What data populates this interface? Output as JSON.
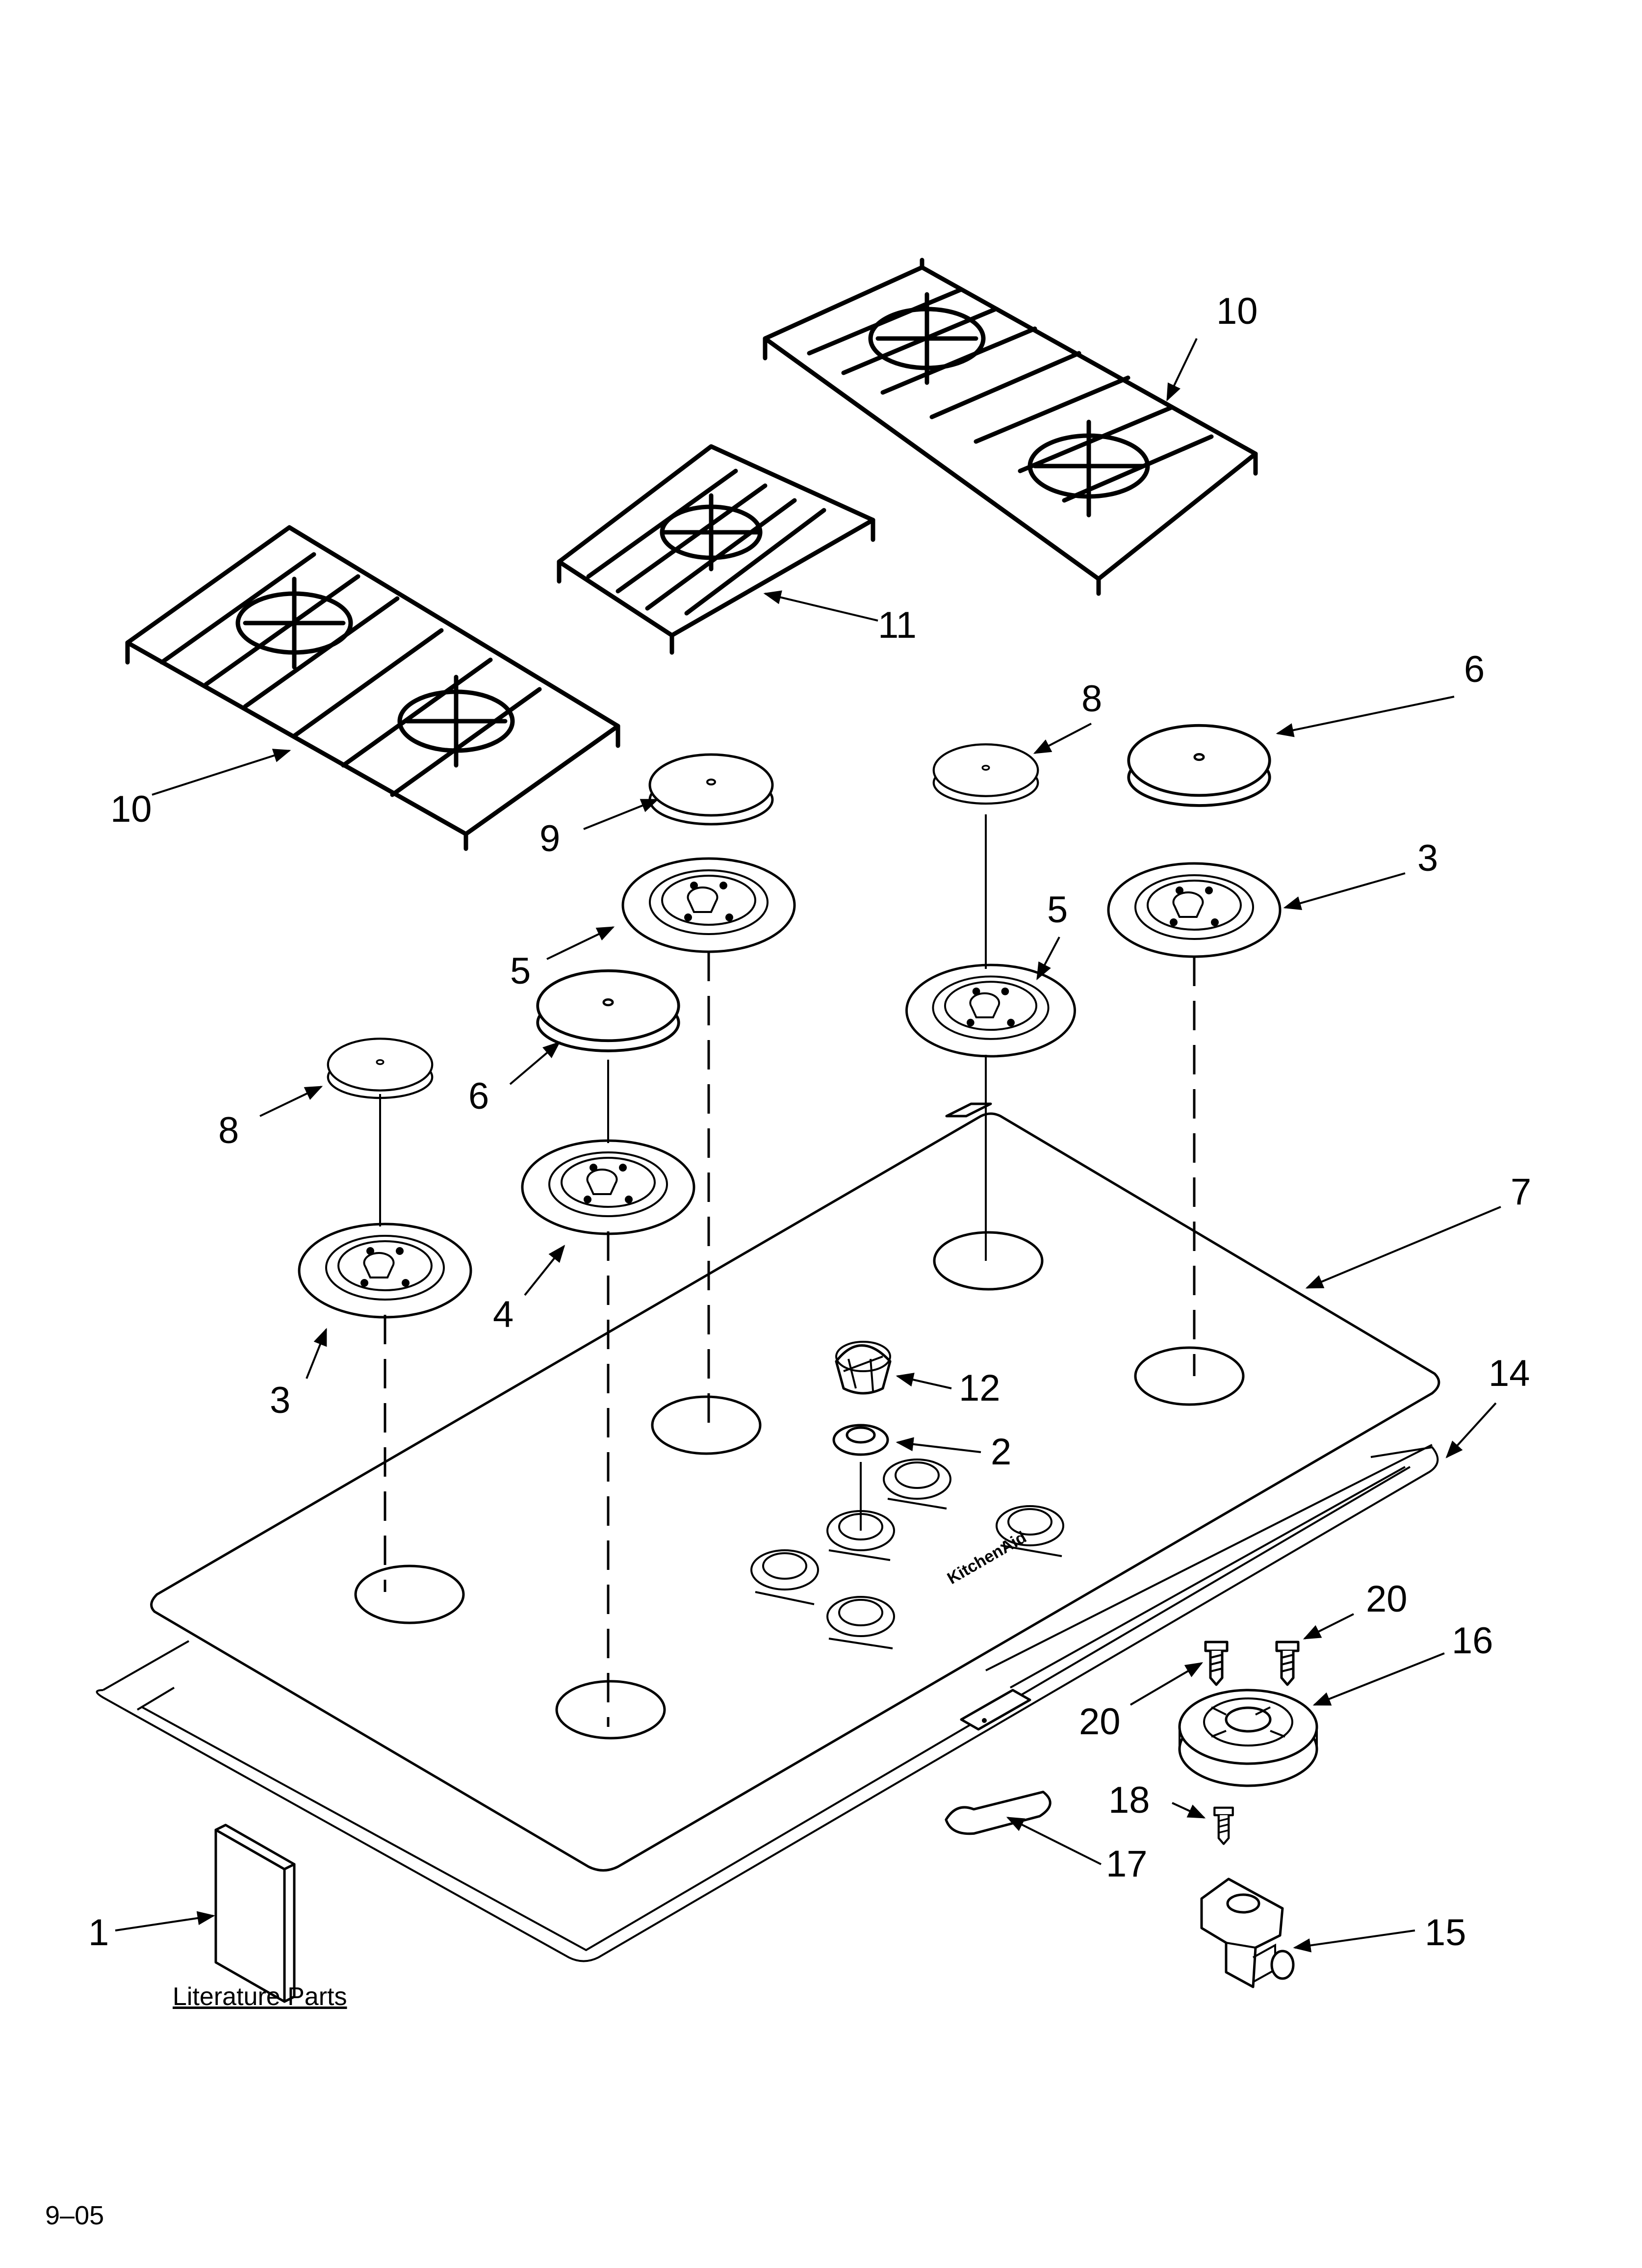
{
  "diagram": {
    "literature_label": "Literature Parts",
    "footer_code": "9–05",
    "brand_mark": "KitchenAid",
    "callouts": {
      "c10a": "10",
      "c10b": "10",
      "c11": "11",
      "c6a": "6",
      "c8a": "8",
      "c9": "9",
      "c3a": "3",
      "c5a": "5",
      "c5b": "5",
      "c6b": "6",
      "c8b": "8",
      "c7": "7",
      "c4": "4",
      "c3b": "3",
      "c12": "12",
      "c2": "2",
      "c14": "14",
      "c20a": "20",
      "c16": "16",
      "c20b": "20",
      "c18": "18",
      "c17": "17",
      "c1": "1",
      "c15": "15"
    }
  }
}
